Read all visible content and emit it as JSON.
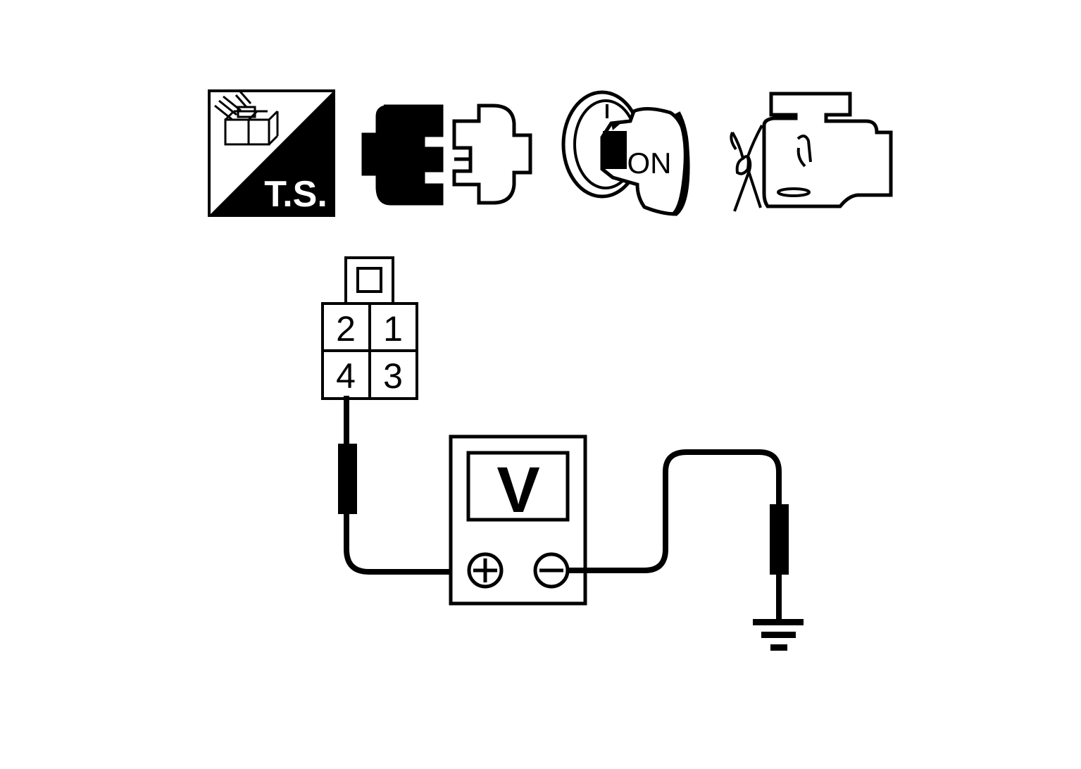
{
  "icons": {
    "terminal_side": {
      "label": "T.S.",
      "icon": "harness-connector-terminal-side-icon"
    },
    "connector": {
      "icon": "disconnected-connector-icon"
    },
    "ignition": {
      "label": "ON",
      "icon": "ignition-key-on-icon"
    },
    "engine": {
      "icon": "engine-stopped-icon"
    }
  },
  "connector": {
    "pins": [
      {
        "number": "2"
      },
      {
        "number": "1"
      },
      {
        "number": "4"
      },
      {
        "number": "3"
      }
    ]
  },
  "voltmeter": {
    "display": "V",
    "positive_terminal": "+",
    "negative_terminal": "−",
    "icon": "voltmeter-icon"
  },
  "ground": {
    "icon": "ground-symbol-icon"
  },
  "colors": {
    "stroke": "#000000",
    "background": "#ffffff"
  }
}
